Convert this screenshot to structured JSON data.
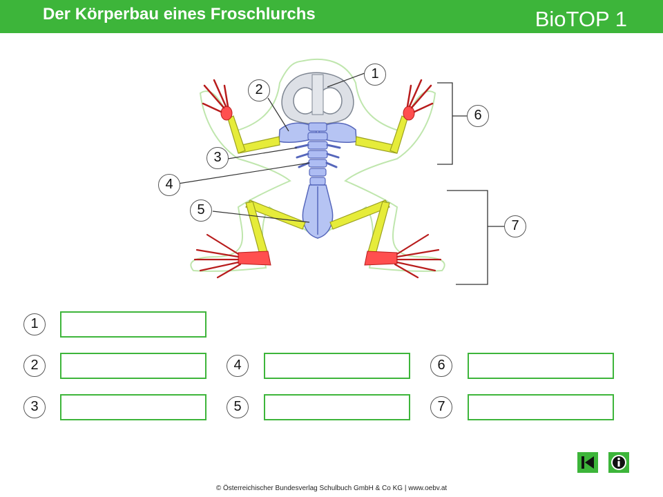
{
  "header": {
    "title": "Der Körperbau eines Froschlurchs",
    "brand": "BioTOP 1",
    "color": "#3db53a"
  },
  "diagram": {
    "labels": [
      "1",
      "2",
      "3",
      "4",
      "5",
      "6",
      "7"
    ]
  },
  "answers": [
    {
      "number": "1",
      "value": ""
    },
    {
      "number": "2",
      "value": ""
    },
    {
      "number": "3",
      "value": ""
    },
    {
      "number": "4",
      "value": ""
    },
    {
      "number": "5",
      "value": ""
    },
    {
      "number": "6",
      "value": ""
    },
    {
      "number": "7",
      "value": ""
    }
  ],
  "nav": {
    "back_icon": "skip-back-icon",
    "info_icon": "info-icon"
  },
  "footer": {
    "copyright": "© Österreichischer Bundesverlag Schulbuch GmbH & Co KG | www.oebv.at"
  }
}
